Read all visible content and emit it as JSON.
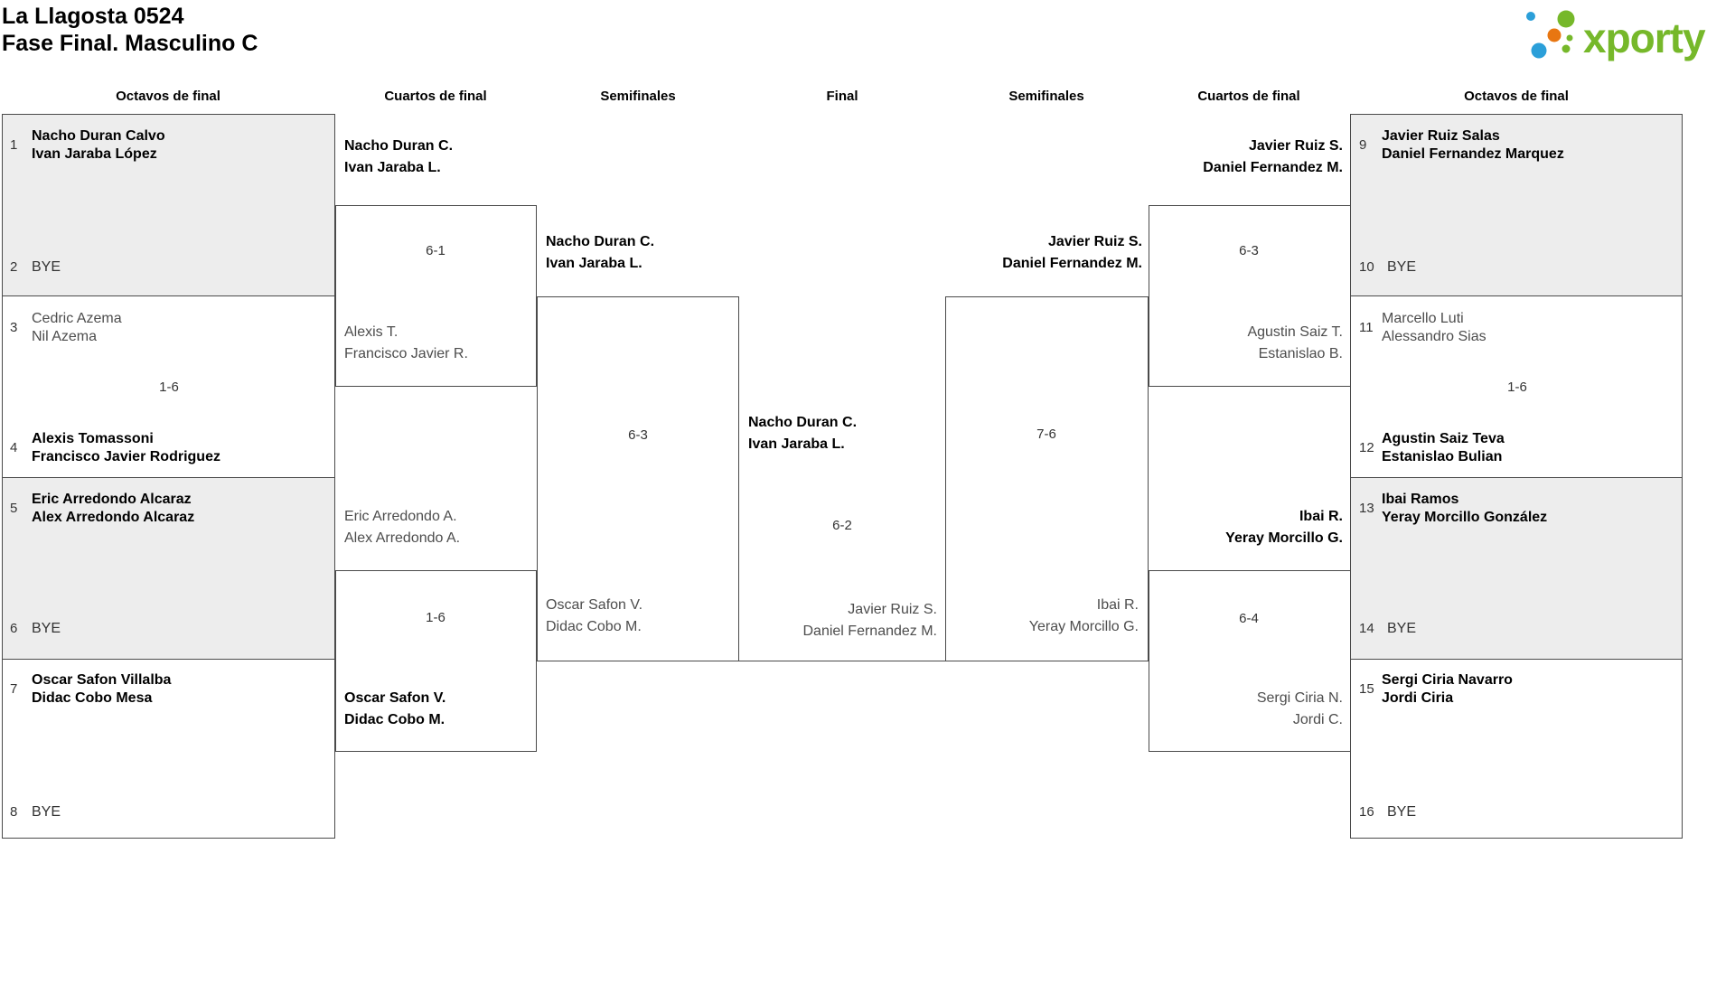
{
  "title": {
    "line1": "La Llagosta 0524",
    "line2": "Fase Final. Masculino C"
  },
  "logo": {
    "text": "xporty",
    "colors": {
      "green": "#76b82a",
      "blue": "#2b9fd9",
      "orange": "#e87611"
    }
  },
  "colors": {
    "box_border": "#4a4a4a",
    "bye_fill": "#ededed",
    "winner_text": "#000000",
    "loser_text": "#4d4d4d"
  },
  "headers": {
    "oct_l": "Octavos de final",
    "qf_l": "Cuartos de final",
    "sf_l": "Semifinales",
    "final": "Final",
    "sf_r": "Semifinales",
    "qf_r": "Cuartos de final",
    "oct_r": "Octavos de final"
  },
  "octavos_left": {
    "m1": {
      "seed_a": "1",
      "a1": "Nacho Duran Calvo",
      "a2": "Ivan Jaraba López",
      "seed_b": "2",
      "b1": "BYE"
    },
    "m2": {
      "seed_a": "3",
      "a1": "Cedric Azema",
      "a2": "Nil Azema",
      "score": "1-6",
      "seed_b": "4",
      "b1": "Alexis Tomassoni",
      "b2": "Francisco Javier Rodriguez"
    },
    "m3": {
      "seed_a": "5",
      "a1": "Eric Arredondo Alcaraz",
      "a2": "Alex Arredondo Alcaraz",
      "seed_b": "6",
      "b1": "BYE"
    },
    "m4": {
      "seed_a": "7",
      "a1": "Oscar Safon Villalba",
      "a2": "Didac Cobo Mesa",
      "seed_b": "8",
      "b1": "BYE"
    }
  },
  "octavos_right": {
    "m1": {
      "seed_a": "9",
      "a1": "Javier Ruiz Salas",
      "a2": "Daniel Fernandez Marquez",
      "seed_b": "10",
      "b1": "BYE"
    },
    "m2": {
      "seed_a": "11",
      "a1": "Marcello Luti",
      "a2": "Alessandro Sias",
      "score": "1-6",
      "seed_b": "12",
      "b1": "Agustin Saiz Teva",
      "b2": "Estanislao Bulian"
    },
    "m3": {
      "seed_a": "13",
      "a1": "Ibai Ramos",
      "a2": "Yeray Morcillo González",
      "seed_b": "14",
      "b1": "BYE"
    },
    "m4": {
      "seed_a": "15",
      "a1": "Sergi Ciria Navarro",
      "a2": "Jordi Ciria",
      "seed_b": "16",
      "b1": "BYE"
    }
  },
  "qf_left": {
    "m1": {
      "t1": "Nacho Duran C.",
      "t2": "Ivan Jaraba L.",
      "score": "6-1",
      "b1": "Alexis T.",
      "b2": "Francisco Javier R."
    },
    "m2": {
      "t1": "Eric Arredondo A.",
      "t2": "Alex Arredondo A.",
      "score": "1-6",
      "b1": "Oscar Safon V.",
      "b2": "Didac Cobo M."
    }
  },
  "qf_right": {
    "m1": {
      "t1": "Javier Ruiz S.",
      "t2": "Daniel Fernandez M.",
      "score": "6-3",
      "b1": "Agustin Saiz T.",
      "b2": "Estanislao B."
    },
    "m2": {
      "t1": "Ibai R.",
      "t2": "Yeray Morcillo G.",
      "score": "6-4",
      "b1": "Sergi Ciria N.",
      "b2": "Jordi C."
    }
  },
  "sf_left": {
    "t1": "Nacho Duran C.",
    "t2": "Ivan Jaraba L.",
    "score": "6-3",
    "b1": "Oscar Safon V.",
    "b2": "Didac Cobo M."
  },
  "sf_right": {
    "t1": "Javier Ruiz S.",
    "t2": "Daniel Fernandez M.",
    "score": "7-6",
    "b1": "Ibai R.",
    "b2": "Yeray Morcillo G."
  },
  "final": {
    "t1": "Nacho Duran C.",
    "t2": "Ivan Jaraba L.",
    "score": "6-2",
    "b1": "Javier Ruiz S.",
    "b2": "Daniel Fernandez M."
  }
}
